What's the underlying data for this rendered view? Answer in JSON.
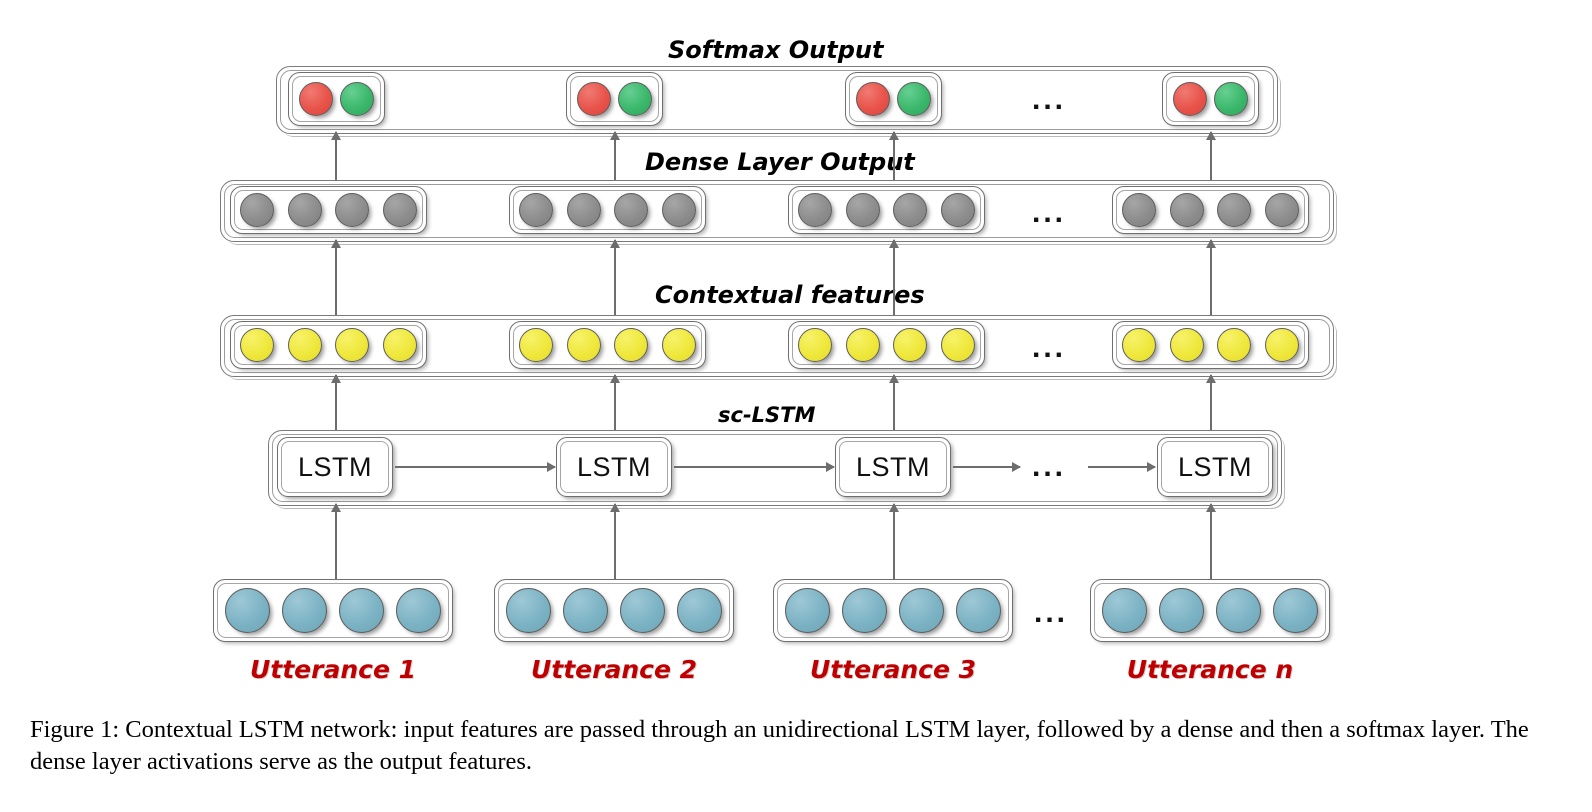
{
  "figure": {
    "caption": "Figure 1: Contextual LSTM network: input features are passed through an unidirectional LSTM layer, followed by a dense and then a softmax layer. The dense layer activations serve as the output features.",
    "ellipsis": "..."
  },
  "colors": {
    "red": "#e8534a",
    "green": "#3bb86b",
    "gray": "#8d8d8d",
    "yellow": "#efe83c",
    "blue": "#7cb3c4",
    "utterance_label": "#c00000",
    "outline": "#6f6f6f",
    "arrow": "#6d6d6d"
  },
  "layers": [
    {
      "id": "softmax",
      "label": "Softmax Output",
      "nodes_per_group": 2,
      "node_colors": [
        "red",
        "green"
      ]
    },
    {
      "id": "dense",
      "label": "Dense Layer Output",
      "nodes_per_group": 4,
      "node_colors": [
        "gray",
        "gray",
        "gray",
        "gray"
      ]
    },
    {
      "id": "contextual",
      "label": "Contextual features",
      "nodes_per_group": 4,
      "node_colors": [
        "yellow",
        "yellow",
        "yellow",
        "yellow"
      ]
    },
    {
      "id": "sclstm",
      "label": "sc-LSTM",
      "cell_label": "LSTM",
      "cells": [
        "LSTM",
        "LSTM",
        "LSTM",
        "LSTM"
      ]
    },
    {
      "id": "input",
      "label": "",
      "nodes_per_group": 4,
      "node_colors": [
        "blue",
        "blue",
        "blue",
        "blue"
      ]
    }
  ],
  "utterances": [
    {
      "label": "Utterance 1"
    },
    {
      "label": "Utterance 2"
    },
    {
      "label": "Utterance 3"
    },
    {
      "label": "Utterance n"
    }
  ],
  "lstm_cells": [
    {
      "label": "LSTM"
    },
    {
      "label": "LSTM"
    },
    {
      "label": "LSTM"
    },
    {
      "label": "LSTM"
    }
  ]
}
